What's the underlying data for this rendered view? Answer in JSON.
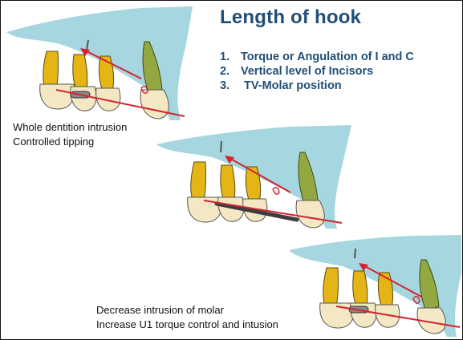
{
  "title": "Length of hook",
  "points": [
    {
      "num": "1.",
      "text": "Torque or Angulation of I and C"
    },
    {
      "num": "2.",
      "text": "Vertical level of Incisors"
    },
    {
      "num": "3.",
      "text": " TV-Molar position"
    }
  ],
  "captions": {
    "first": [
      "Whole dentition intrusion",
      "Controlled tipping"
    ],
    "third": [
      "Decrease intrusion of molar",
      "Increase U1 torque control and intusion"
    ]
  },
  "colors": {
    "title": "#1f4e79",
    "bone": "#a6d6df",
    "tooth": "#f4e7c4",
    "root": "#e4b515",
    "canine_root": "#93a840",
    "arch_wire": "#d3242f",
    "bar": "#3d3d3d"
  }
}
